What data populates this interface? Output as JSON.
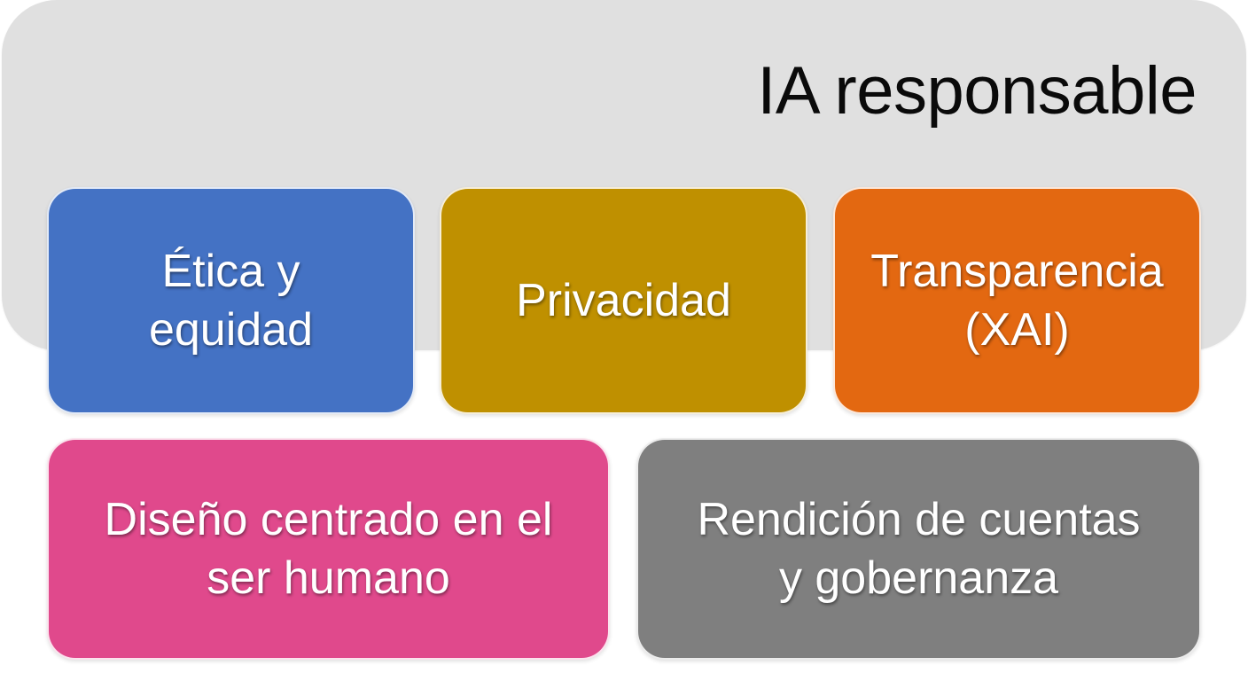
{
  "diagram": {
    "title": "IA responsable",
    "container_color": "#e0e0e0",
    "boxes": [
      {
        "label": "Ética y\nequidad",
        "color": "#4472c4"
      },
      {
        "label": "Privacidad",
        "color": "#bf9000"
      },
      {
        "label": "Transparencia\n(XAI)",
        "color": "#e36811"
      },
      {
        "label": "Diseño centrado en el\nser humano",
        "color": "#e0498c"
      },
      {
        "label": "Rendición de cuentas\ny gobernanza",
        "color": "#7f7f7f"
      }
    ]
  }
}
